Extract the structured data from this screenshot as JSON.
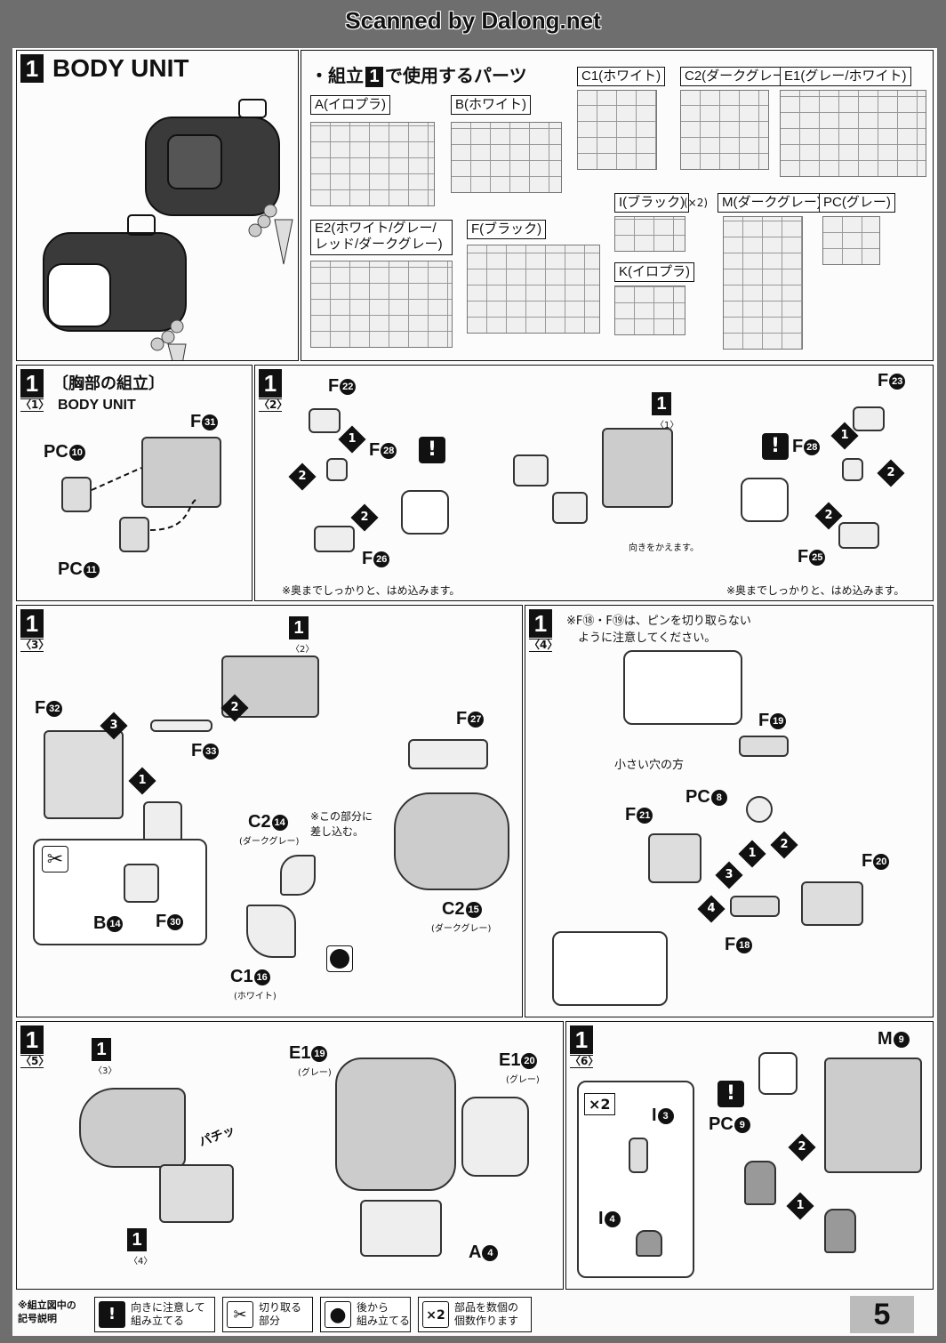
{
  "scan_watermark": "Scanned by Dalong.net",
  "header": {
    "step": "1",
    "title": "BODY UNIT",
    "parts_heading_prefix": "・組立",
    "parts_heading_num": "1",
    "parts_heading_suffix": "で使用するパーツ"
  },
  "runners": [
    {
      "label": "A(イロプラ)"
    },
    {
      "label": "B(ホワイト)"
    },
    {
      "label": "C1(ホワイト)"
    },
    {
      "label": "C2(ダークグレー)"
    },
    {
      "label": "E1(グレー/ホワイト)"
    },
    {
      "label": "E2(ホワイト/グレー/レッド/ダークグレー)"
    },
    {
      "label": "F(ブラック)"
    },
    {
      "label": "I(ブラック)",
      "count": "(×2)"
    },
    {
      "label": "M(ダークグレー)"
    },
    {
      "label": "PC(グレー)"
    },
    {
      "label": "K(イロプラ)"
    }
  ],
  "steps": {
    "s1": {
      "step": "1",
      "sub": "〈1〉",
      "title_jp": "〔胸部の組立〕",
      "title_en": "BODY UNIT",
      "parts": {
        "pc10": "PC",
        "pc10n": "10",
        "pc11": "PC",
        "pc11n": "11",
        "f31": "F",
        "f31n": "31"
      }
    },
    "s2": {
      "step": "1",
      "sub": "〈2〉",
      "parts": {
        "f22": "F",
        "f22n": "22",
        "f28": "F",
        "f28n": "28",
        "f26": "F",
        "f26n": "26",
        "f23": "F",
        "f23n": "23",
        "f25": "F",
        "f25n": "25"
      },
      "ref_step": "1",
      "ref_sub": "〈1〉",
      "note_turn": "向きをかえます。",
      "note_left": "※奥までしっかりと、はめ込みます。",
      "note_right": "※奥までしっかりと、はめ込みます。"
    },
    "s3": {
      "step": "1",
      "sub": "〈3〉",
      "ref_step": "1",
      "ref_sub": "〈2〉",
      "parts": {
        "f32": "F",
        "f32n": "32",
        "f33": "F",
        "f33n": "33",
        "f27": "F",
        "f27n": "27",
        "b14": "B",
        "b14n": "14",
        "f30": "F",
        "f30n": "30",
        "c214": "C2",
        "c214n": "14",
        "c214c": "(ダークグレー)",
        "c116": "C1",
        "c116n": "16",
        "c116c": "(ホワイト)",
        "c215": "C2",
        "c215n": "15",
        "c215c": "(ダークグレー)"
      },
      "note_insert": "※この部分に\n差し込む。"
    },
    "s4": {
      "step": "1",
      "sub": "〈4〉",
      "note": "※F⑱・F⑲は、ピンを切り取らない\n　ように注意してください。",
      "note_hole": "小さい穴の方",
      "parts": {
        "f19": "F",
        "f19n": "19",
        "pc8": "PC",
        "pc8n": "8",
        "f21": "F",
        "f21n": "21",
        "f20": "F",
        "f20n": "20",
        "f18": "F",
        "f18n": "18"
      }
    },
    "s5": {
      "step": "1",
      "sub": "〈5〉",
      "ref3_step": "1",
      "ref3_sub": "〈3〉",
      "ref4_step": "1",
      "ref4_sub": "〈4〉",
      "sound": "パチッ",
      "parts": {
        "e119": "E1",
        "e119n": "19",
        "e119c": "(グレー)",
        "e120": "E1",
        "e120n": "20",
        "e120c": "(グレー)",
        "a4": "A",
        "a4n": "4"
      }
    },
    "s6": {
      "step": "1",
      "sub": "〈6〉",
      "times": "×2",
      "parts": {
        "m9": "M",
        "m9n": "9",
        "i3": "I",
        "i3n": "3",
        "i4": "I",
        "i4n": "4",
        "pc9": "PC",
        "pc9n": "9"
      }
    }
  },
  "legend": {
    "title": "※組立図中の\n記号説明",
    "items": [
      {
        "icon": "!",
        "text": "向きに注意して\n組み立てる"
      },
      {
        "icon": "✂",
        "text": "切り取る\n部分"
      },
      {
        "icon": "●",
        "text": "後から\n組み立てる"
      },
      {
        "icon": "×2",
        "text": "部品を数個の\n個数作ります"
      }
    ],
    "page_number": "5"
  }
}
